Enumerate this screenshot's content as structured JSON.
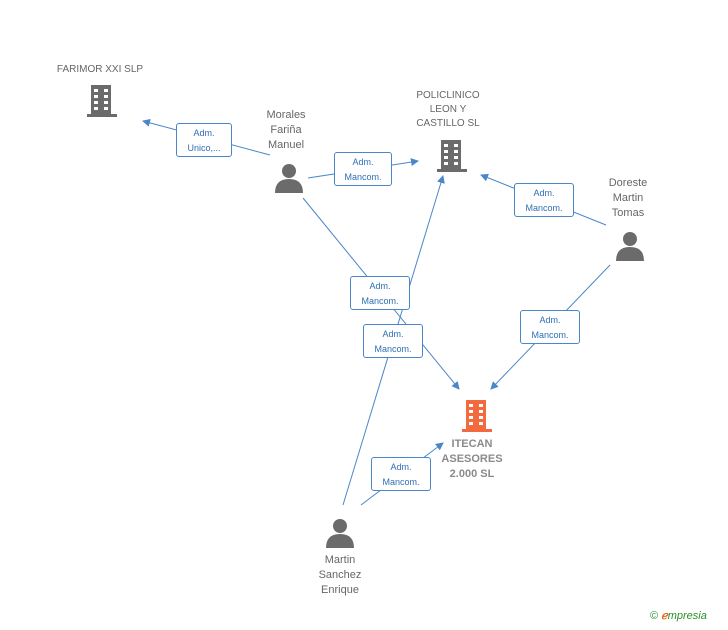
{
  "nodes": {
    "farimor": {
      "label": "FARIMOR XXI SLP"
    },
    "policlinico": {
      "label": "POLICLINICO\nLEON Y\nCASTILLO SL"
    },
    "itecan": {
      "label": "ITECAN\nASESORES\n2.000 SL"
    },
    "morales": {
      "label": "Morales\nFariña\nManuel"
    },
    "doreste": {
      "label": "Doreste\nMartin\nTomas"
    },
    "martin": {
      "label": "Martin\nSanchez\nEnrique"
    }
  },
  "relations": {
    "r1": "Adm.\nUnico,...",
    "r2": "Adm.\nMancom.",
    "r3": "Adm.\nMancom.",
    "r4": "Adm.\nMancom.",
    "r5": "Adm.\nMancom.",
    "r6": "Adm.\nMancom.",
    "r7": "Adm.\nMancom."
  },
  "footer": {
    "copyright": "©",
    "brand_e": "ℯ",
    "brand_rest": "mpresia"
  },
  "colors": {
    "building": "#6b6b6b",
    "focus_building": "#f26a3d",
    "person": "#6b6b6b",
    "edge": "#4a86c8"
  }
}
